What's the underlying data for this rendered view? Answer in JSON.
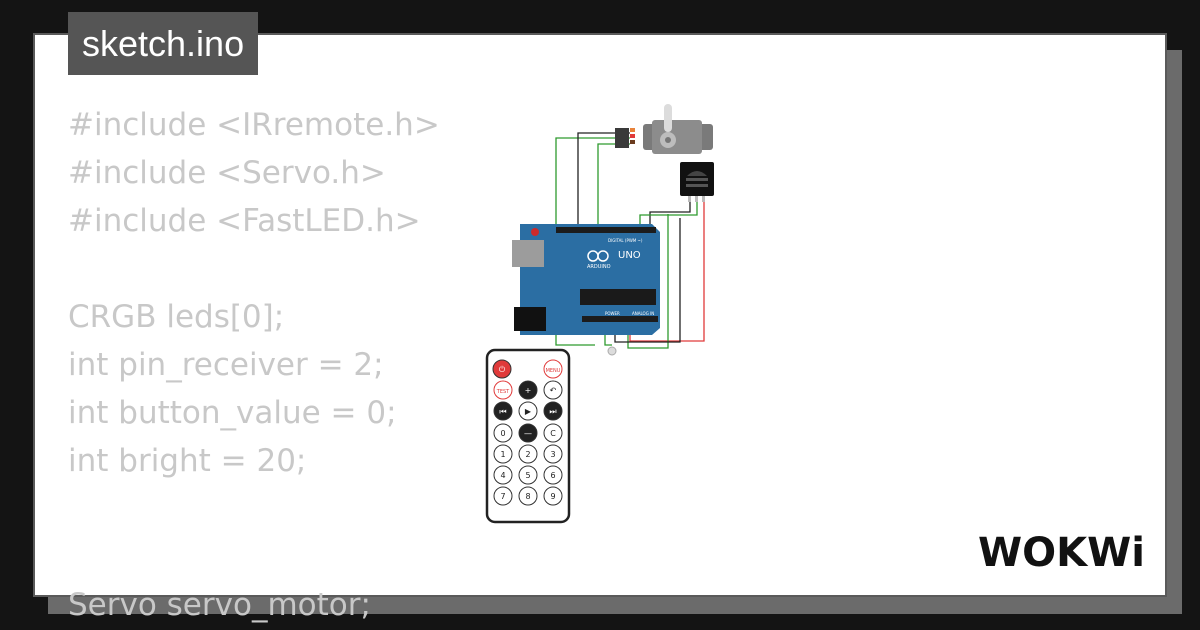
{
  "sketch": {
    "filename": "sketch.ino"
  },
  "code_lines": [
    "#include <IRremote.h>",
    "#include <Servo.h>",
    "#include <FastLED.h>",
    "",
    "CRGB leds[0];",
    "int pin_receiver = 2;",
    "int button_value = 0;",
    "int bright = 20;",
    "",
    "",
    "Servo servo_motor;"
  ],
  "board": {
    "brand_text": "ARDUINO",
    "model_text": "UNO",
    "digital_label": "DIGITAL (PWM ~)",
    "power_label": "POWER",
    "analog_label": "ANALOG IN",
    "color": "#2b6ea3"
  },
  "remote": {
    "button_rows": [
      [
        "⏻",
        "MENU"
      ],
      [
        "TEST",
        "+",
        "↶"
      ],
      [
        "⏮",
        "▶",
        "⏭"
      ],
      [
        "0",
        "—",
        "C"
      ],
      [
        "1",
        "2",
        "3"
      ],
      [
        "4",
        "5",
        "6"
      ],
      [
        "7",
        "8",
        "9"
      ]
    ]
  },
  "brand": {
    "logo_text": "WOKWi"
  },
  "colors": {
    "wire_green": "#2e9a2e",
    "wire_red": "#e03a3a",
    "wire_black": "#222222",
    "code_text": "#c8c8c8"
  },
  "icons": [
    "servo-motor-icon",
    "ir-receiver-icon",
    "arduino-uno-icon",
    "ir-remote-icon",
    "led-icon",
    "wokwi-logo-icon"
  ]
}
